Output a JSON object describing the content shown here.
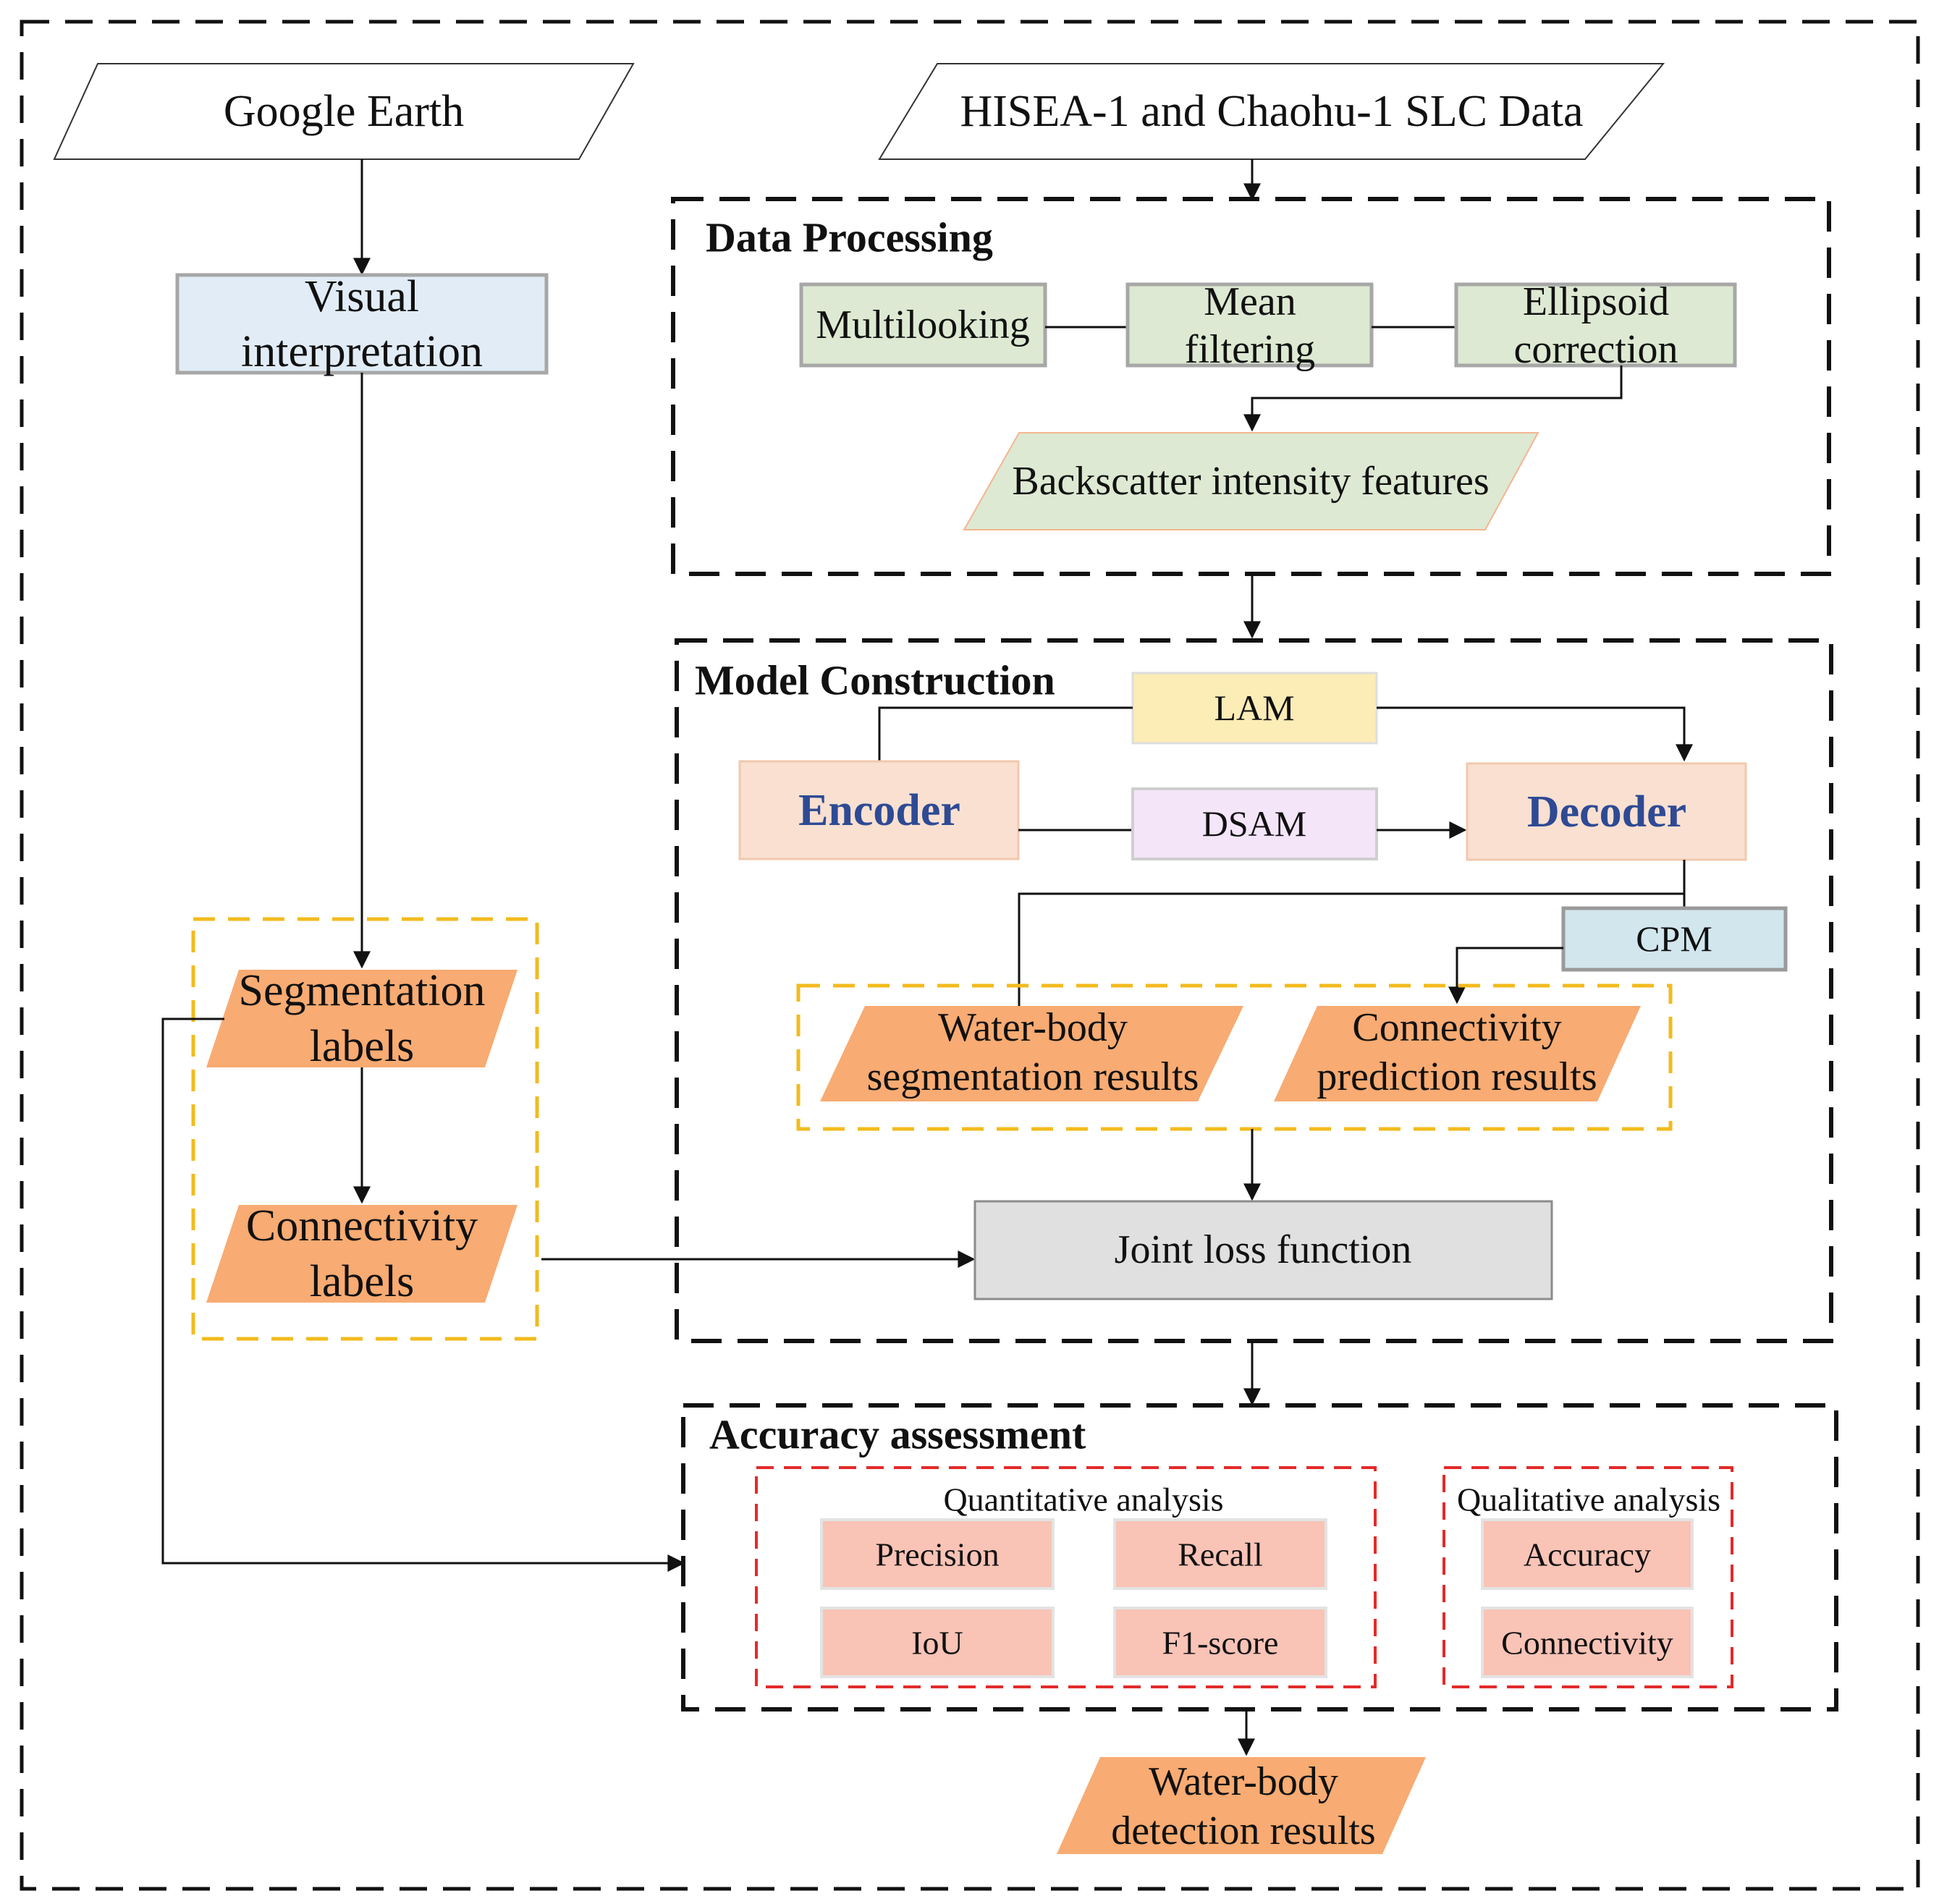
{
  "inputs": {
    "google_earth": "Google Earth",
    "sar_data": "HISEA-1 and Chaohu-1 SLC Data"
  },
  "visual_interpretation": [
    "Visual",
    "interpretation"
  ],
  "labels_group": {
    "segmentation": [
      "Segmentation",
      "labels"
    ],
    "connectivity": [
      "Connectivity",
      "labels"
    ]
  },
  "data_processing": {
    "title": "Data Processing",
    "multilooking": "Multilooking",
    "mean_filtering": [
      "Mean",
      "filtering"
    ],
    "ellipsoid_correction": [
      "Ellipsoid",
      "correction"
    ],
    "backscatter": "Backscatter intensity features"
  },
  "model_construction": {
    "title": "Model Construction",
    "lam": "LAM",
    "encoder": "Encoder",
    "dsam": "DSAM",
    "decoder": "Decoder",
    "cpm": "CPM",
    "seg_results": [
      "Water-body",
      "segmentation results"
    ],
    "conn_results": [
      "Connectivity",
      "prediction results"
    ],
    "joint_loss": "Joint loss function"
  },
  "accuracy_assessment": {
    "title": "Accuracy assessment",
    "quantitative": {
      "title": "Quantitative analysis",
      "metrics": [
        "Precision",
        "Recall",
        "IoU",
        "F1-score"
      ]
    },
    "qualitative": {
      "title": "Qualitative analysis",
      "metrics": [
        "Accuracy",
        "Connectivity"
      ]
    }
  },
  "output": [
    "Water-body",
    "detection results"
  ],
  "colors": {
    "dash": "#111111",
    "yellow_dash": "#f2bb1d",
    "red_dash": "#e32a2a",
    "blue_box": "#e1ecf6",
    "green_box": "#dde9d2",
    "orange_shape": "#f8ab72",
    "peach_box": "#f9e0d1",
    "lam_box": "#fcecb6",
    "dsam_box": "#f4e5f8",
    "cpm_box": "#d2e6ee",
    "grey_box": "#e0e0e0",
    "metric_box": "#f9c3b6",
    "encoder_text": "#2e4a94"
  }
}
